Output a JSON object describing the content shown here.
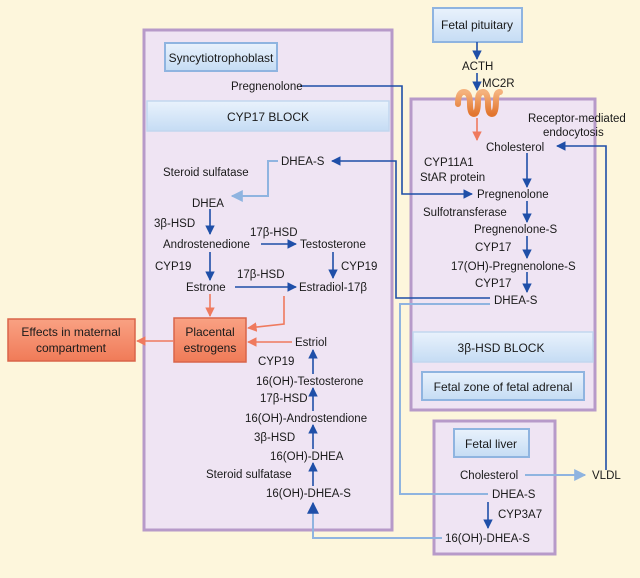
{
  "colors": {
    "background": "#fdf6dc",
    "compartment_fill": "#efe4f3",
    "compartment_border": "#b79ac9",
    "blue_arrow": "#1f4fa8",
    "light_blue_arrow": "#8fb4e0",
    "red_arrow": "#ef7a5e",
    "red_box": "#f58a68"
  },
  "boxes": {
    "syncytiotrophoblast": "Syncytiotrophoblast",
    "cyp17_block": "CYP17 BLOCK",
    "fetal_pituitary": "Fetal pituitary",
    "hsd_block": "3β-HSD BLOCK",
    "fetal_zone": "Fetal zone of fetal adrenal",
    "fetal_liver": "Fetal liver",
    "placental_estrogens": [
      "Placental",
      "estrogens"
    ],
    "effects": [
      "Effects in maternal",
      "compartment"
    ]
  },
  "syncytio": {
    "pregnenolone": "Pregnenolone",
    "steroid_sulfatase": "Steroid sulfatase",
    "dheas": "DHEA-S",
    "dhea": "DHEA",
    "hsd3b": "3β-HSD",
    "androstenedione": "Androstenedione",
    "hsd17b_top": "17β-HSD",
    "testosterone": "Testosterone",
    "cyp19_left": "CYP19",
    "cyp19_right": "CYP19",
    "hsd17b_mid": "17β-HSD",
    "estrone": "Estrone",
    "estradiol": "Estradiol-17β",
    "estriol": "Estriol",
    "cyp19_low": "CYP19",
    "oh_testosterone": "16(OH)-Testosterone",
    "hsd17b_low": "17β-HSD",
    "oh_androstenedione": "16(OH)-Androstendione",
    "hsd3b_low": "3β-HSD",
    "oh_dhea": "16(OH)-DHEA",
    "steroid_sulfatase_low": "Steroid sulfatase",
    "oh_dheas": "16(OH)-DHEA-S"
  },
  "adrenal": {
    "acth": "ACTH",
    "mc2r": "MC2R",
    "receptor_mediated": [
      "Receptor-mediated",
      "endocytosis"
    ],
    "cholesterol": "Cholesterol",
    "cyp11a1": "CYP11A1",
    "star": "StAR protein",
    "pregnenolone": "Pregnenolone",
    "sulfotransferase": "Sulfotransferase",
    "pregnenolone_s": "Pregnenolone-S",
    "cyp17_a": "CYP17",
    "oh_pregnenolone_s": "17(OH)-Pregnenolone-S",
    "cyp17_b": "CYP17",
    "dheas": "DHEA-S"
  },
  "liver": {
    "cholesterol": "Cholesterol",
    "vldl": "VLDL",
    "dheas": "DHEA-S",
    "cyp3a7": "CYP3A7",
    "oh_dheas": "16(OH)-DHEA-S"
  }
}
